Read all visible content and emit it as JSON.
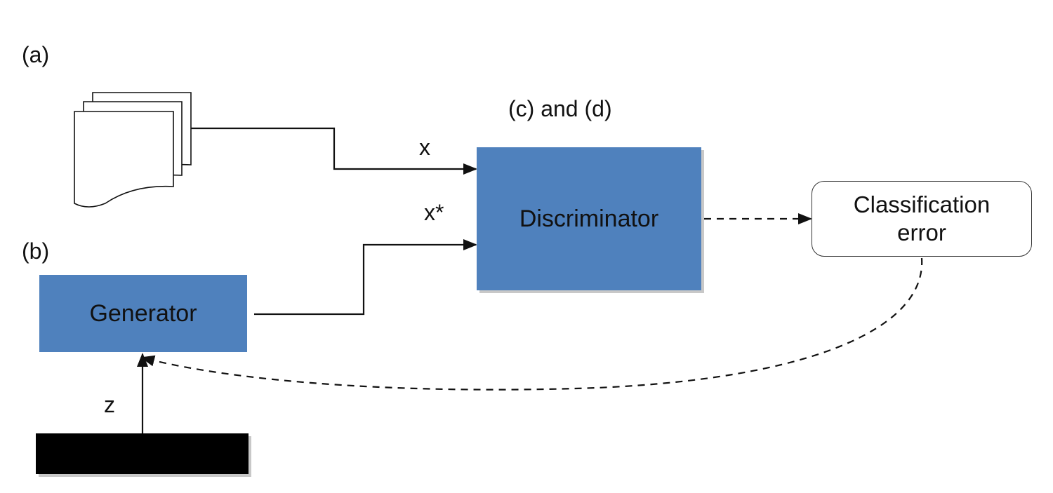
{
  "labels": {
    "panel_a": "(a)",
    "panel_b": "(b)",
    "panel_cd": "(c) and (d)"
  },
  "edges": {
    "real_input": "x",
    "fake_input": "x*",
    "noise_input": "z"
  },
  "nodes": {
    "discriminator": "Discriminator",
    "generator": "Generator",
    "classification_error": {
      "line1": "Classification",
      "line2": "error"
    },
    "real_data_icon": "stacked-documents-icon",
    "noise_source_icon": "noise-bar"
  },
  "colors": {
    "box_fill": "#4f81bd",
    "line": "#111111",
    "noise": "#000000"
  }
}
